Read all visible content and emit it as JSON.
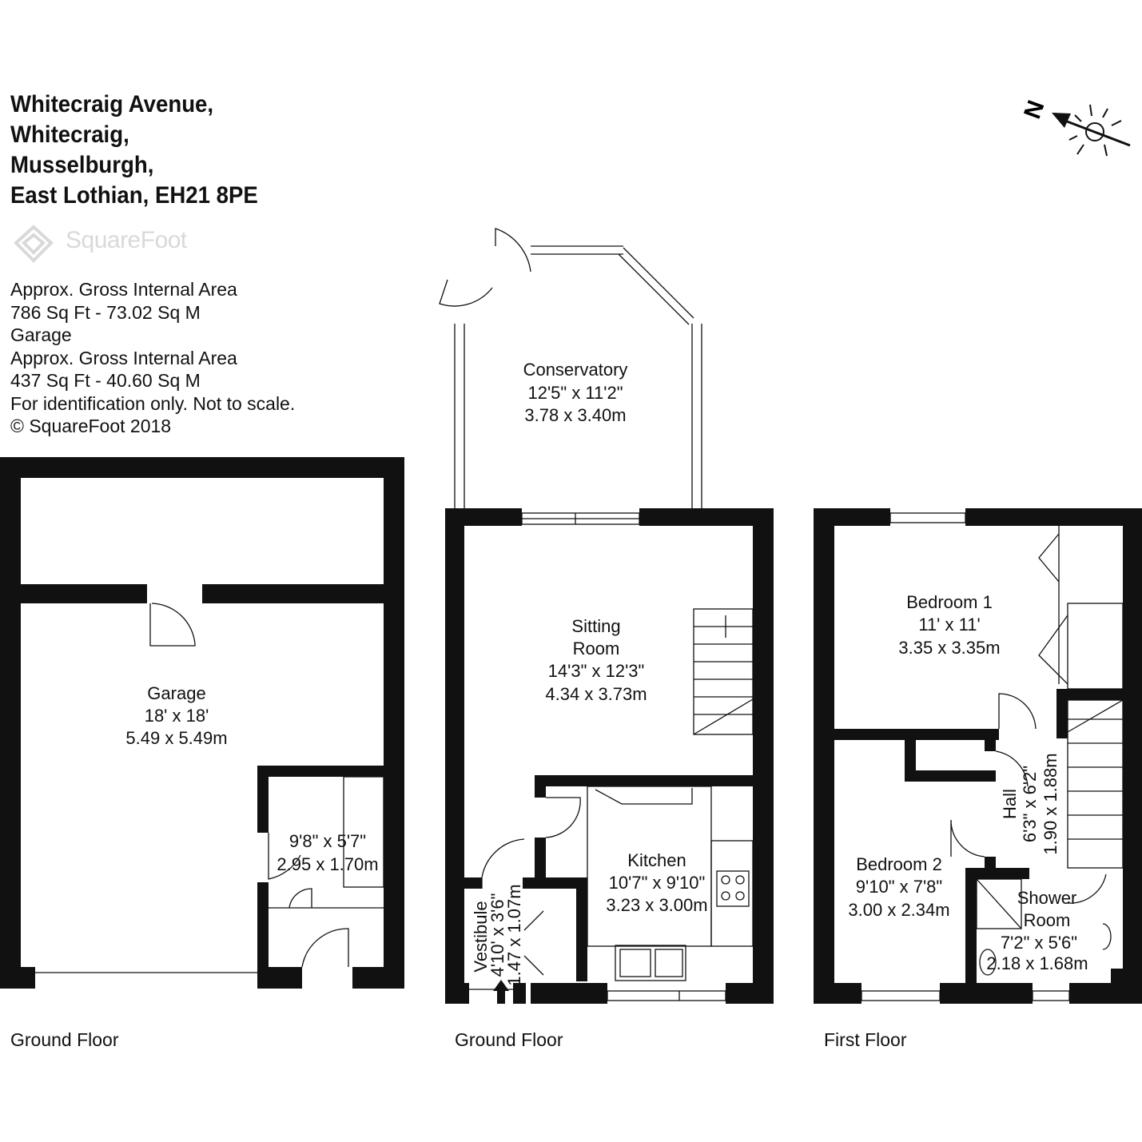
{
  "address": {
    "line1": "Whitecraig Avenue,",
    "line2": "Whitecraig,",
    "line3": "Musselburgh,",
    "line4": "East Lothian, EH21 8PE"
  },
  "brand": {
    "logo_text": "SquareFoot"
  },
  "info": {
    "line1": "Approx. Gross Internal Area",
    "line2": "786 Sq Ft  -  73.02 Sq M",
    "line3": "Garage",
    "line4": "Approx. Gross Internal Area",
    "line5": "437 Sq Ft  -  40.60 Sq M",
    "line6": "For identification only. Not to scale.",
    "line7": "© SquareFoot 2018"
  },
  "compass": {
    "north_label": "N"
  },
  "rooms": {
    "garage": {
      "name": "Garage",
      "imperial": "18' x 18'",
      "metric": "5.49 x 5.49m"
    },
    "garage_store": {
      "imperial": "9'8\" x 5'7\"",
      "metric": "2.95 x 1.70m"
    },
    "conservatory": {
      "name": "Conservatory",
      "imperial": "12'5\" x 11'2\"",
      "metric": "3.78 x 3.40m"
    },
    "sitting_room": {
      "name1": "Sitting",
      "name2": "Room",
      "imperial": "14'3\" x 12'3\"",
      "metric": "4.34 x 3.73m"
    },
    "kitchen": {
      "name": "Kitchen",
      "imperial": "10'7\" x 9'10\"",
      "metric": "3.23 x 3.00m"
    },
    "vestibule": {
      "name": "Vestibule",
      "imperial": "4'10' x 3'6\"",
      "metric": "1.47 x 1.07m"
    },
    "bedroom1": {
      "name": "Bedroom 1",
      "imperial": "11' x 11'",
      "metric": "3.35 x 3.35m"
    },
    "bedroom2": {
      "name": "Bedroom 2",
      "imperial": "9'10\" x 7'8\"",
      "metric": "3.00 x 2.34m"
    },
    "hall": {
      "name": "Hall",
      "imperial": "6'3\" x 6'2\"",
      "metric": "1.90 x 1.88m"
    },
    "shower_room": {
      "name1": "Shower",
      "name2": "Room",
      "imperial": "7'2\" x 5'6\"",
      "metric": "2.18 x 1.68m"
    }
  },
  "floors": {
    "garage_floor": "Ground Floor",
    "house_ground": "Ground Floor",
    "house_first": "First Floor"
  }
}
